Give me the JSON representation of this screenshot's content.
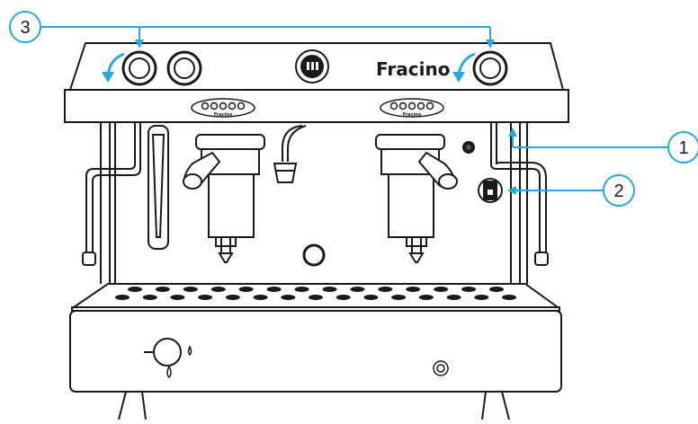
{
  "brand": {
    "name": "Fracino",
    "panel_label": "Fracino"
  },
  "callouts": [
    {
      "number": "1",
      "target": "steam-wand-right"
    },
    {
      "number": "2",
      "target": "rocker-switch"
    },
    {
      "number": "3",
      "target": "steam-knobs"
    }
  ],
  "colors": {
    "outline": "#1a1a1a",
    "callout": "#29a8e0",
    "background": "#ffffff"
  },
  "icons": {
    "knob_arrow": "curved-arrow-icon",
    "water": "water-drop-icon",
    "power": "rocker-switch-icon"
  }
}
